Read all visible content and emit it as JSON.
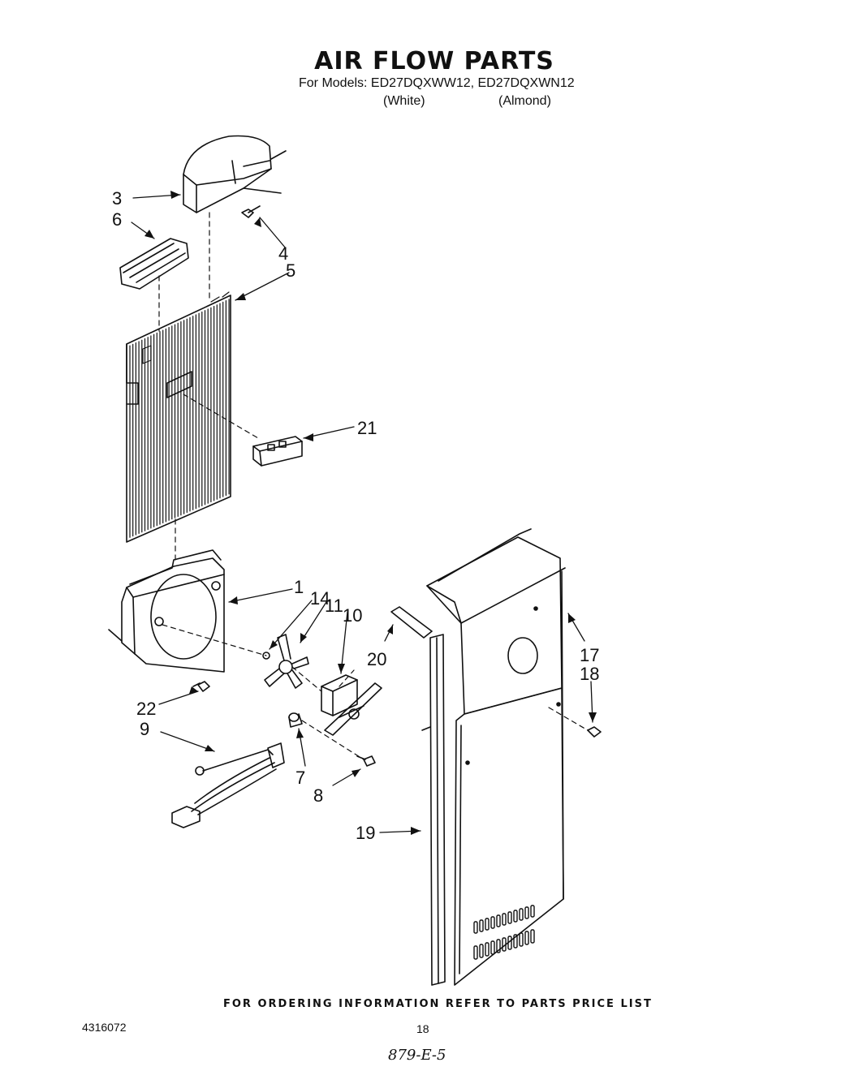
{
  "header": {
    "title": "AIR FLOW PARTS",
    "models_line": "For Models: ED27DQXWW12, ED27DQXWN12",
    "color_white": "(White)",
    "color_almond": "(Almond)"
  },
  "callouts": [
    "1",
    "3",
    "4",
    "5",
    "6",
    "7",
    "8",
    "9",
    "10",
    "11",
    "14",
    "17",
    "18",
    "19",
    "20",
    "21",
    "22"
  ],
  "footer": {
    "ordering_note": "FOR ORDERING INFORMATION REFER TO PARTS PRICE LIST",
    "doc_number": "4316072",
    "page_number": "18",
    "handwritten_note": "879-E-5"
  }
}
